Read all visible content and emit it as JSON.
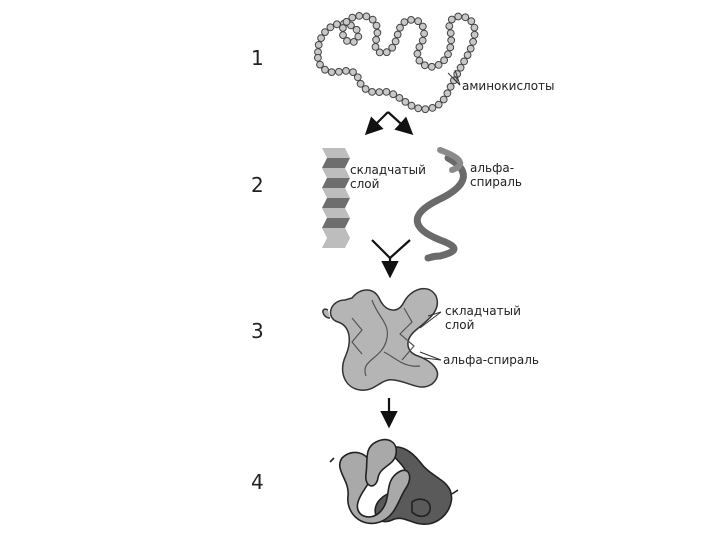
{
  "stages": {
    "s1": "1",
    "s2": "2",
    "s3": "3",
    "s4": "4"
  },
  "labels": {
    "amino_acids": "аминокислоты",
    "pleated_sheet_2": "складчатый\nслой",
    "alpha_helix_2": "альфа-\nспираль",
    "pleated_sheet_3": "складчатый\nслой",
    "alpha_helix_3": "альфа-спираль"
  },
  "colors": {
    "bead_fill": "#c8c8c8",
    "bead_stroke": "#444444",
    "sheet_light": "#bdbdbd",
    "sheet_dark": "#6e6e6e",
    "helix": "#6a6a6a",
    "tertiary_fill": "#b5b5b5",
    "quaternary_light": "#a9a9a9",
    "quaternary_dark": "#5a5a5a",
    "arrow": "#111111"
  },
  "icons": {
    "stage1": "amino-acid-chain-icon",
    "stage2_sheet": "beta-sheet-icon",
    "stage2_helix": "alpha-helix-icon",
    "stage3": "tertiary-fold-icon",
    "stage4": "quaternary-complex-icon"
  }
}
